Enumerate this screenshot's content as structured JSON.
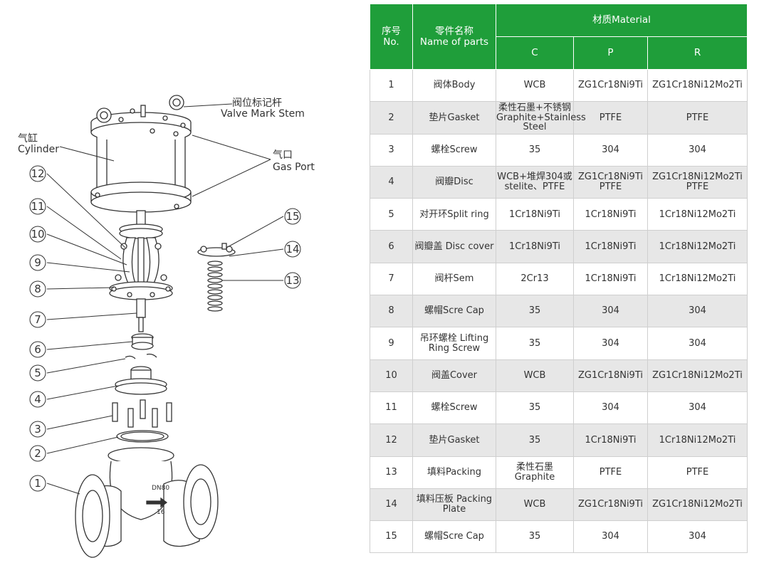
{
  "callouts": {
    "valve_mark_stem_cn": "阀位标记杆",
    "valve_mark_stem_en": "Valve Mark Stem",
    "cylinder_cn": "气缸",
    "cylinder_en": "Cylinder",
    "gas_port_cn": "气口",
    "gas_port_en": "Gas Port"
  },
  "body_marking": {
    "dn": "DN80",
    "pn": "16"
  },
  "part_numbers": [
    "1",
    "2",
    "3",
    "4",
    "5",
    "6",
    "7",
    "8",
    "9",
    "10",
    "11",
    "12",
    "13",
    "14",
    "15"
  ],
  "table": {
    "headers": {
      "no_cn": "序号",
      "no_en": "No.",
      "name_cn": "零件名称",
      "name_en": "Name of parts",
      "material": "材质Material",
      "c": "C",
      "p": "P",
      "r": "R"
    },
    "rows": [
      {
        "no": "1",
        "name": "阀体Body",
        "c": "WCB",
        "p": "ZG1Cr18Ni9Ti",
        "r": "ZG1Cr18Ni12Mo2Ti"
      },
      {
        "no": "2",
        "name": "垫片Gasket",
        "c": "柔性石墨+不锈钢Graphite+Stainless Steel",
        "p": "PTFE",
        "r": "PTFE"
      },
      {
        "no": "3",
        "name": "螺栓Screw",
        "c": "35",
        "p": "304",
        "r": "304"
      },
      {
        "no": "4",
        "name": "阀瓣Disc",
        "c": "WCB+堆焊304或stelite、PTFE",
        "p": "ZG1Cr18Ni9Ti PTFE",
        "r": "ZG1Cr18Ni12Mo2Ti PTFE"
      },
      {
        "no": "5",
        "name": "对开环Split ring",
        "c": "1Cr18Ni9Ti",
        "p": "1Cr18Ni9Ti",
        "r": "1Cr18Ni12Mo2Ti"
      },
      {
        "no": "6",
        "name": "阀瓣盖 Disc cover",
        "c": "1Cr18Ni9Ti",
        "p": "1Cr18Ni9Ti",
        "r": "1Cr18Ni12Mo2Ti"
      },
      {
        "no": "7",
        "name": "阀杆Sem",
        "c": "2Cr13",
        "p": "1Cr18Ni9Ti",
        "r": "1Cr18Ni12Mo2Ti"
      },
      {
        "no": "8",
        "name": "螺帽Scre Cap",
        "c": "35",
        "p": "304",
        "r": "304"
      },
      {
        "no": "9",
        "name": "吊环螺栓 Lifting Ring Screw",
        "c": "35",
        "p": "304",
        "r": "304"
      },
      {
        "no": "10",
        "name": "阀盖Cover",
        "c": "WCB",
        "p": "ZG1Cr18Ni9Ti",
        "r": "ZG1Cr18Ni12Mo2Ti"
      },
      {
        "no": "11",
        "name": "螺栓Screw",
        "c": "35",
        "p": "304",
        "r": "304"
      },
      {
        "no": "12",
        "name": "垫片Gasket",
        "c": "35",
        "p": "1Cr18Ni9Ti",
        "r": "1Cr18Ni12Mo2Ti"
      },
      {
        "no": "13",
        "name": "填料Packing",
        "c": "柔性石墨 Graphite",
        "p": "PTFE",
        "r": "PTFE"
      },
      {
        "no": "14",
        "name": "填料压板 Packing Plate",
        "c": "WCB",
        "p": "ZG1Cr18Ni9Ti",
        "r": "ZG1Cr18Ni12Mo2Ti"
      },
      {
        "no": "15",
        "name": "螺帽Scre Cap",
        "c": "35",
        "p": "304",
        "r": "304"
      }
    ]
  },
  "colors": {
    "header_green": "#1f9e3a",
    "row_alt": "#e7e7e7",
    "line": "#333333"
  }
}
